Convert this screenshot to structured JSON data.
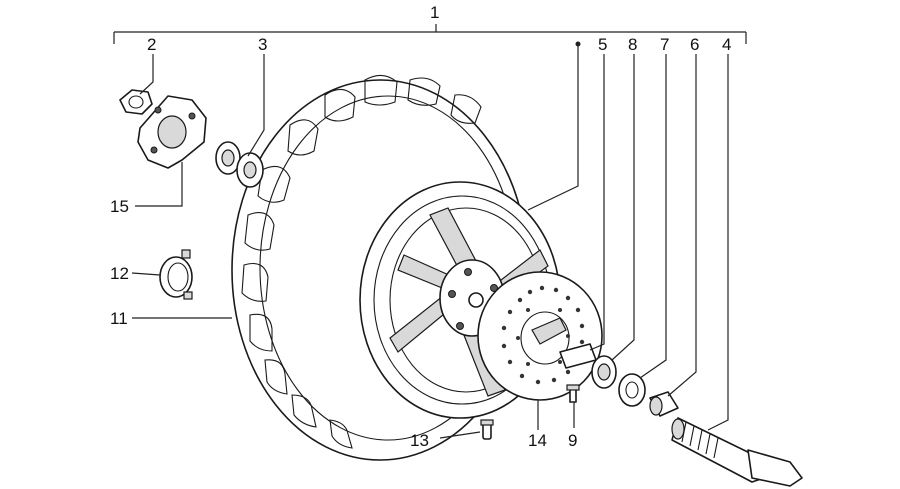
{
  "diagram": {
    "callouts": [
      {
        "id": "1",
        "label": "1"
      },
      {
        "id": "2",
        "label": "2"
      },
      {
        "id": "3",
        "label": "3"
      },
      {
        "id": "4",
        "label": "4"
      },
      {
        "id": "5",
        "label": "5"
      },
      {
        "id": "6",
        "label": "6"
      },
      {
        "id": "7",
        "label": "7"
      },
      {
        "id": "8",
        "label": "8"
      },
      {
        "id": "9",
        "label": "9"
      },
      {
        "id": "11",
        "label": "11"
      },
      {
        "id": "12",
        "label": "12"
      },
      {
        "id": "13",
        "label": "13"
      },
      {
        "id": "14",
        "label": "14"
      },
      {
        "id": "15",
        "label": "15"
      }
    ],
    "parts": [
      "wheel-tire",
      "rim",
      "brake-disc",
      "hub-flange",
      "nut",
      "bearing-left",
      "bearing-right",
      "spacer",
      "seal",
      "bushing",
      "axle",
      "valve",
      "clamp-band",
      "disc-bolt"
    ]
  }
}
